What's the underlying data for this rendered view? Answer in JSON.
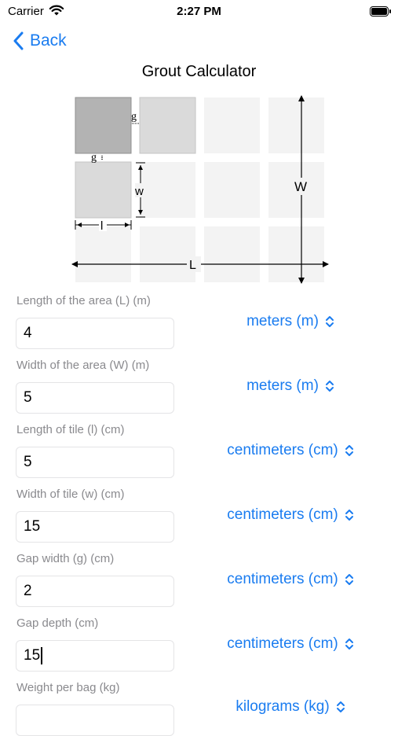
{
  "status": {
    "carrier": "Carrier",
    "time": "2:27 PM"
  },
  "nav": {
    "back_label": "Back"
  },
  "page_title": "Grout Calculator",
  "diagram": {
    "gap_label": "g",
    "tile_width_label": "w",
    "tile_length_label": "l",
    "area_width_label": "W",
    "area_length_label": "L"
  },
  "fields": [
    {
      "label": "Length of the area (L) (m)",
      "value": "4",
      "unit": "meters (m)"
    },
    {
      "label": "Width of the area (W) (m)",
      "value": "5",
      "unit": "meters (m)"
    },
    {
      "label": "Length of tile (l) (cm)",
      "value": "5",
      "unit": "centimeters (cm)"
    },
    {
      "label": "Width of tile (w) (cm)",
      "value": "15",
      "unit": "centimeters (cm)"
    },
    {
      "label": "Gap width (g) (cm)",
      "value": "2",
      "unit": "centimeters (cm)"
    },
    {
      "label": "Gap depth (cm)",
      "value": "15",
      "unit": "centimeters (cm)"
    },
    {
      "label": "Weight per bag (kg)",
      "value": "",
      "unit": "kilograms (kg)"
    }
  ],
  "colors": {
    "accent": "#1a7cf0",
    "tile_dark": "#b3b3b3",
    "tile_mid": "#dadada",
    "tile_light": "#f3f3f3"
  }
}
